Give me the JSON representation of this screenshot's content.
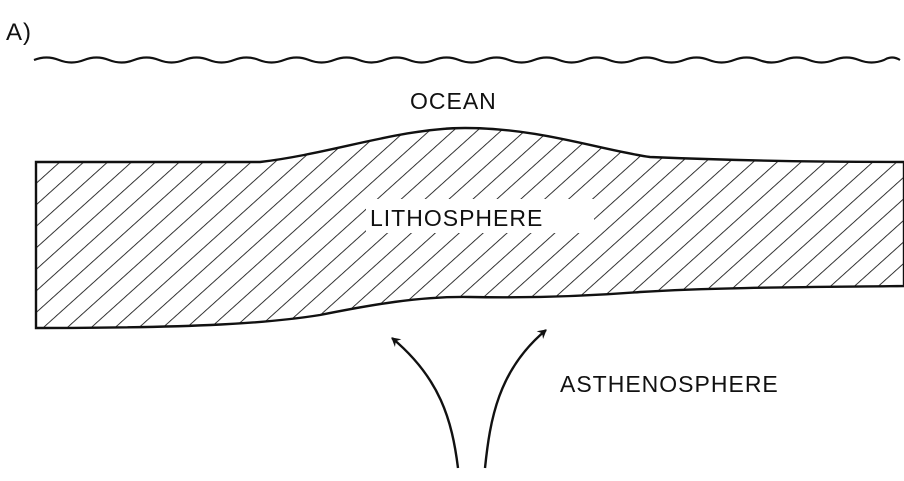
{
  "figure": {
    "panel_label": "A)"
  },
  "labels": {
    "ocean": "OCEAN",
    "lithosphere": "LITHOSPHERE",
    "asthenosphere": "ASTHENOSPHERE"
  },
  "colors": {
    "ink": "#111111",
    "background": "#ffffff"
  }
}
